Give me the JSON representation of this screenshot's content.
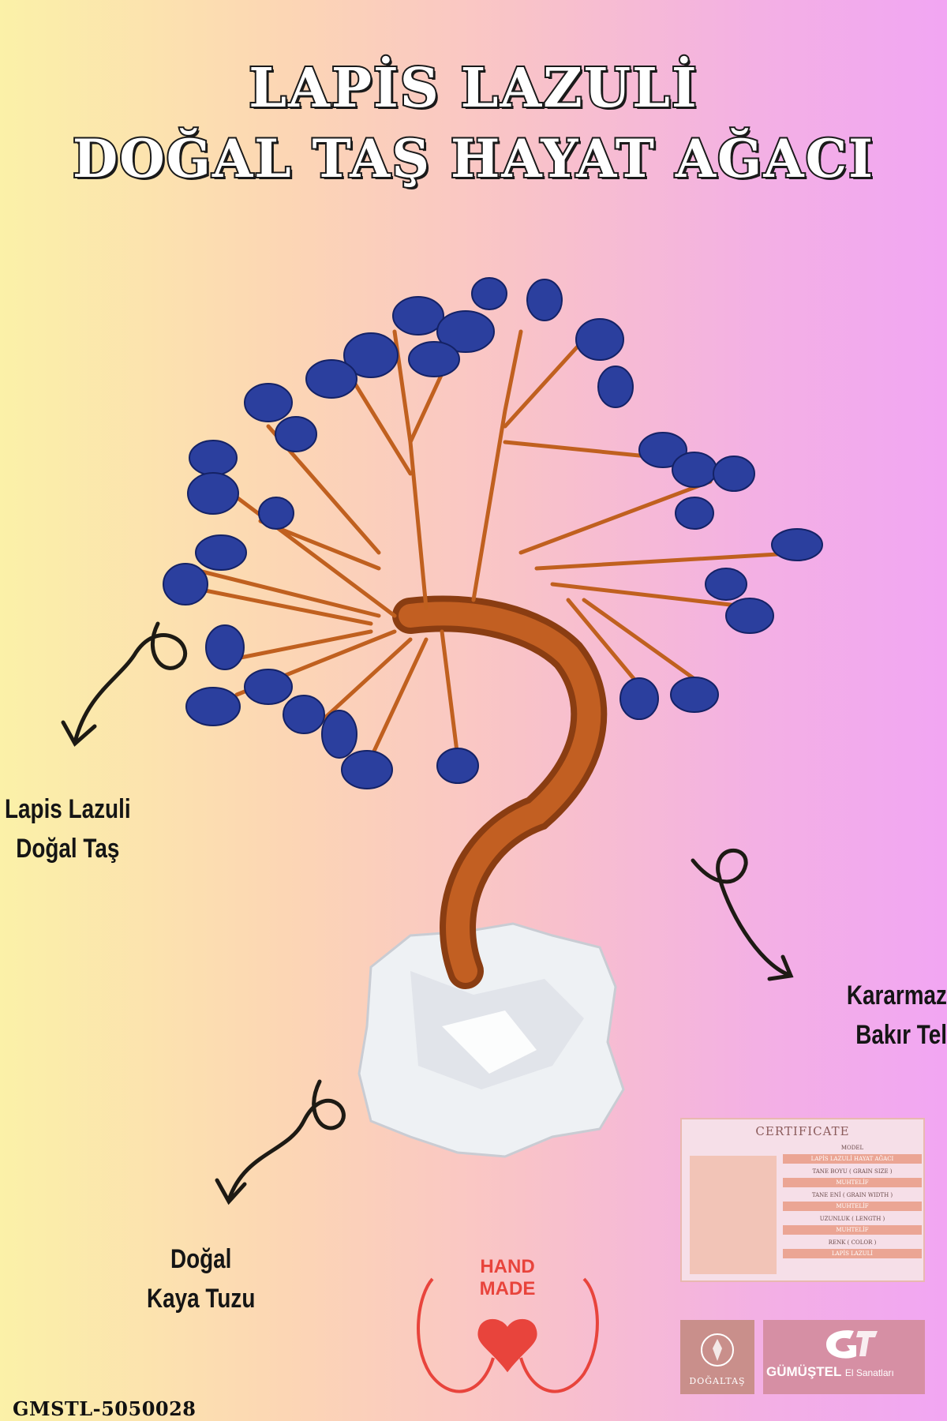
{
  "title": {
    "line1": "LAPİS LAZULİ",
    "line2": "DOĞAL TAŞ HAYAT AĞACI"
  },
  "labels": {
    "lapis": {
      "line1": "Lapis Lazuli",
      "line2": "Doğal Taş"
    },
    "tel": {
      "line1": "Kararmaz",
      "line2": "Bakır Tel"
    },
    "tuz": {
      "line1": "Doğal",
      "line2": "Kaya Tuzu"
    }
  },
  "badge": {
    "line1": "HAND",
    "line2": "MADE"
  },
  "certificate": {
    "title": "CERTIFICATE",
    "model_label": "MODEL",
    "model_value": "LAPİS LAZULİ HAYAT AĞACI",
    "grain_size_label": "TANE BOYU ( GRAIN SIZE )",
    "grain_size_value": "MUHTELİF",
    "grain_width_label": "TANE ENİ ( GRAIN WIDTH )",
    "grain_width_value": "MUHTELİF",
    "length_label": "UZUNLUK ( LENGTH )",
    "length_value": "MUHTELİF",
    "color_label": "RENK ( COLOR )",
    "color_value": "LAPİS LAZULİ"
  },
  "logos": {
    "dogaltas": "DOĞALTAŞ",
    "gumustel": "GÜMÜŞTEL",
    "gumustel_sub": "El Sanatları"
  },
  "sku": "GMSTL-5050028",
  "colors": {
    "stone": "#2b3f9e",
    "copper": "#b4551c",
    "salt": "#eef1f4",
    "badge_red": "#e8443c"
  }
}
